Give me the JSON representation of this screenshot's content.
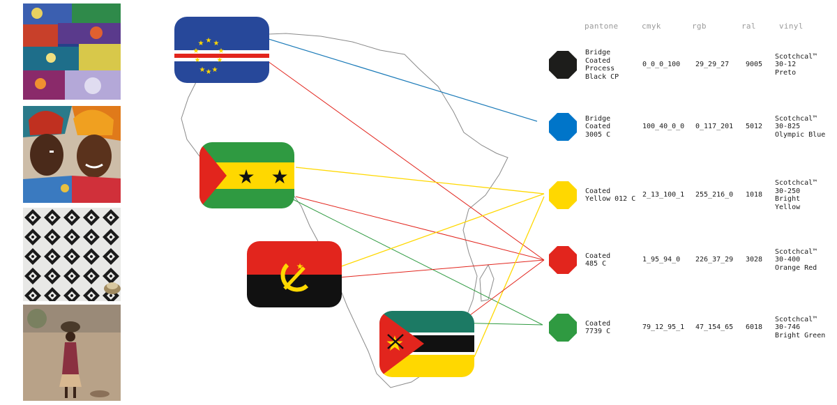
{
  "columns": {
    "pantone": "pantone",
    "cmyk": "cmyk",
    "rgb": "rgb",
    "ral": "ral",
    "vinyl": "vinyl"
  },
  "colors": [
    {
      "key": "black",
      "hex": "#1d1d1b",
      "pantone": [
        "Bridge",
        "Coated",
        "Process",
        "Black CP"
      ],
      "cmyk": "0_0_0_100",
      "rgb": "29_29_27",
      "ral": "9005",
      "vinyl": [
        "Scotchcal™",
        "30-12",
        "Preto"
      ]
    },
    {
      "key": "blue",
      "hex": "#0075c9",
      "pantone": [
        "Bridge",
        "Coated",
        "3005 C"
      ],
      "cmyk": "100_40_0_0",
      "rgb": "0_117_201",
      "ral": "5012",
      "vinyl": [
        "Scotchcal™",
        "30-825",
        "Olympic Blue"
      ]
    },
    {
      "key": "yellow",
      "hex": "#ffd800",
      "pantone": [
        "Coated",
        "Yellow 012 C"
      ],
      "cmyk": "2_13_100_1",
      "rgb": "255_216_0",
      "ral": "1018",
      "vinyl": [
        "Scotchcal™",
        "30-250",
        "Bright",
        "Yellow"
      ]
    },
    {
      "key": "red",
      "hex": "#e2251d",
      "pantone": [
        "Coated",
        "485 C"
      ],
      "cmyk": "1_95_94_0",
      "rgb": "226_37_29",
      "ral": "3028",
      "vinyl": [
        "Scotchcal™",
        "30-400",
        "Orange Red"
      ]
    },
    {
      "key": "green",
      "hex": "#2f9a41",
      "pantone": [
        "Coated",
        "7739 C"
      ],
      "cmyk": "79_12_95_1",
      "rgb": "47_154_65",
      "ral": "6018",
      "vinyl": [
        "Scotchcal™",
        "30-746",
        "Bright Green"
      ]
    }
  ],
  "flags": [
    "cape-verde",
    "sao-tome-and-principe",
    "angola",
    "mozambique"
  ],
  "photos": [
    "wax-print-fabrics",
    "women-in-headwraps",
    "black-white-patterned-cloth",
    "person-carrying-basket"
  ],
  "connections": [
    {
      "flag": "cape-verde",
      "color": "blue"
    },
    {
      "flag": "cape-verde",
      "color": "red"
    },
    {
      "flag": "sao-tome-and-principe",
      "color": "yellow"
    },
    {
      "flag": "sao-tome-and-principe",
      "color": "red"
    },
    {
      "flag": "sao-tome-and-principe",
      "color": "green"
    },
    {
      "flag": "angola",
      "color": "yellow"
    },
    {
      "flag": "angola",
      "color": "red"
    },
    {
      "flag": "mozambique",
      "color": "yellow"
    },
    {
      "flag": "mozambique",
      "color": "red"
    },
    {
      "flag": "mozambique",
      "color": "green"
    }
  ]
}
